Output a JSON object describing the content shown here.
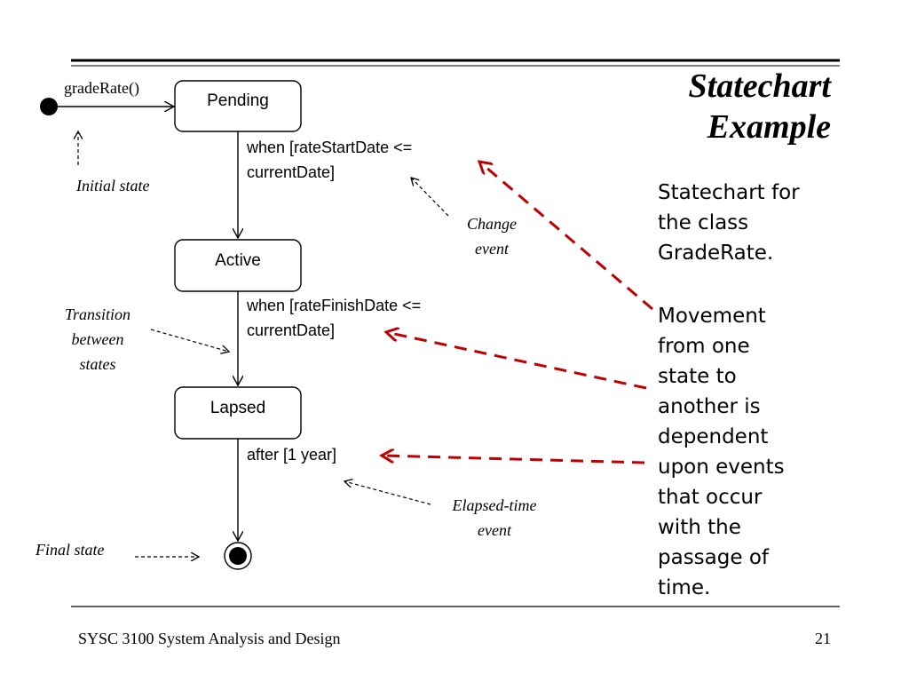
{
  "slide": {
    "title_line1": "Statechart",
    "title_line2": "Example",
    "description": "Statechart for\nthe class\nGradeRate.",
    "explanation": "Movement\nfrom one\nstate to\nanother is\ndependent\nupon events\nthat occur\nwith the\npassage of\ntime.",
    "footer_course": "SYSC 3100 System Analysis and Design",
    "page_number": "21",
    "accent_color": "#c00000"
  },
  "diagram": {
    "initial_trigger": "gradeRate()",
    "states": {
      "pending": "Pending",
      "active": "Active",
      "lapsed": "Lapsed"
    },
    "transitions": {
      "pending_to_active_line1": "when [rateStartDate  <=",
      "pending_to_active_line2": "currentDate]",
      "active_to_lapsed_line1": "when [rateFinishDate  <=",
      "active_to_lapsed_line2": "currentDate]",
      "lapsed_to_final": "after [1 year]"
    },
    "annotations": {
      "initial_state": "Initial state",
      "change_event_line1": "Change",
      "change_event_line2": "event",
      "transition_line1": "Transition",
      "transition_line2": "between",
      "transition_line3": "states",
      "elapsed_line1": "Elapsed-time",
      "elapsed_line2": "event",
      "final_state": "Final state"
    }
  }
}
